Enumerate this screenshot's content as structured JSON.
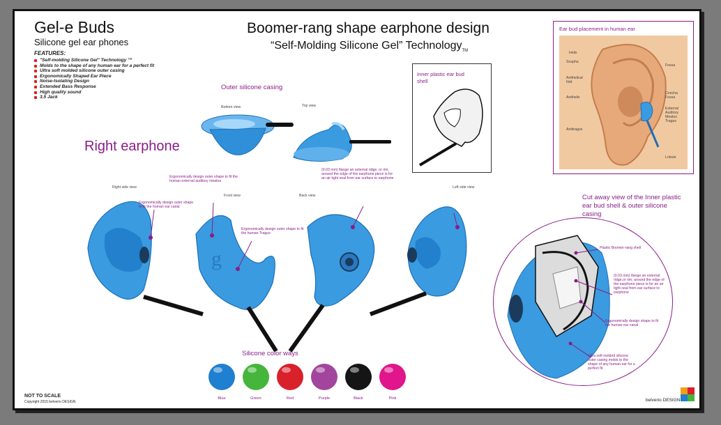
{
  "brand": {
    "product_name": "Gel-e Buds",
    "subtitle": "Silicone gel ear phones",
    "features_heading": "FEATURES:",
    "features": [
      "\"Self-molding Silicone Gel\" Technology ™",
      "Molds to the shape of any human ear for a perfect fit",
      "Ultra soft molded silicone outer casing",
      "Ergonomically Shaped Ear Piece",
      "Noise-Isolating Design",
      "Extended Bass Response",
      "High quality sound",
      "3.5 Jack"
    ]
  },
  "header": {
    "title": "Boomer-rang shape earphone design",
    "tagline": "“Self-Molding Silicone Gel” Technology",
    "tm": "TM"
  },
  "sections": {
    "outer_casing": "Outer silicone casing",
    "bottom_view": "Bottom view",
    "top_view": "Top view",
    "right_earphone": "Right earphone",
    "inner_shell": "Inner plastic ear bud shell",
    "ear_placement": "Ear bud placement in human ear",
    "cutaway": "Cut away view of the Inner plastic ear bud shell & outer silicone casing",
    "color_ways": "Silicone color ways"
  },
  "views": {
    "right_side": "Right side view",
    "front": "Front view",
    "back": "Back view",
    "left_side": "Left side view"
  },
  "annotations": {
    "ear_canal": "Ergonomically design outer shape to fit the human ear canal",
    "auditory_meatus": "Ergonomically design outer shape to fit the human external auditory meatus",
    "tragus": "Ergonomically design outer shape to fit the human Tragus",
    "flange": "(0.03 mm) flange an external ridge, or rim, around the edge of the earphone piece is for an air tight seal from ear surface to earphone",
    "plastic_shell": "Plastic Boomer-rang shell",
    "flange_cut": "(0.03 mm) flange an external ridge,or rim, around the edge of the earphone piece is for an air tight seal from ear surface to earphone",
    "ear_canal_cut": "Ergonomically design shape to fit the human ear canal",
    "ultra_soft": "Ultra soft molded silicone outer casing molds to the shape of any human ear for a perfect fit."
  },
  "ear_labels": {
    "left": [
      "Helix",
      "Scapha",
      "Antihelical fold",
      "Antihelix",
      "Antitragus"
    ],
    "right": [
      "Fossa",
      "Concha Fossa",
      "External Auditory Meatus",
      "Tragus",
      "Lobule"
    ]
  },
  "colors": [
    {
      "name": "Blue",
      "hex": "#1f7fd0"
    },
    {
      "name": "Green",
      "hex": "#45b53b"
    },
    {
      "name": "Red",
      "hex": "#d8212b"
    },
    {
      "name": "Purple",
      "hex": "#a1469c"
    },
    {
      "name": "Black",
      "hex": "#151515"
    },
    {
      "name": "Pink",
      "hex": "#e1158c"
    }
  ],
  "footer": {
    "scale": "NOT TO SCALE",
    "copyright": "Copyright 2015 belverio DESIGN",
    "designer": "belverio DESIGN"
  },
  "accent": "#8a1d86",
  "earbud_blue": "#3a9be0"
}
